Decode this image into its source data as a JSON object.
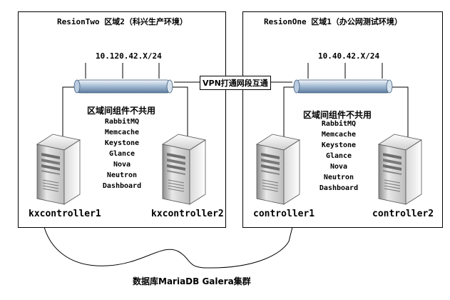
{
  "regions": [
    {
      "title": "ResionTwo  区域2（科兴生产环境）",
      "subnet": "10.120.42.X/24",
      "components_title": "区域间组件不共用",
      "components": [
        "RabbitMQ",
        "Memcache",
        "Keystone",
        "Glance",
        "Nova",
        "Neutron",
        "Dashboard"
      ],
      "hosts": [
        "kxcontroller1",
        "kxcontroller2"
      ]
    },
    {
      "title": "ResionOne  区域1（办公网测试环境）",
      "subnet": "10.40.42.X/24",
      "components_title": "区域间组件不共用",
      "components": [
        "RabbitMQ",
        "Memcache",
        "Keystone",
        "Glance",
        "Nova",
        "Neutron",
        "Dashboard"
      ],
      "hosts": [
        "controller1",
        "controller2"
      ]
    }
  ],
  "vpn_label": "VPN打通网段互通",
  "database_label": "数据库MariaDB Galera集群",
  "icons": {
    "server": "server-icon",
    "network": "network-bus-icon"
  },
  "colors": {
    "pipe_light": "#e4ecf5",
    "pipe_mid": "#9fb6cf",
    "pipe_dark": "#5f7fa3",
    "server_light": "#f4f4f4",
    "server_dark": "#9a9a9a"
  }
}
